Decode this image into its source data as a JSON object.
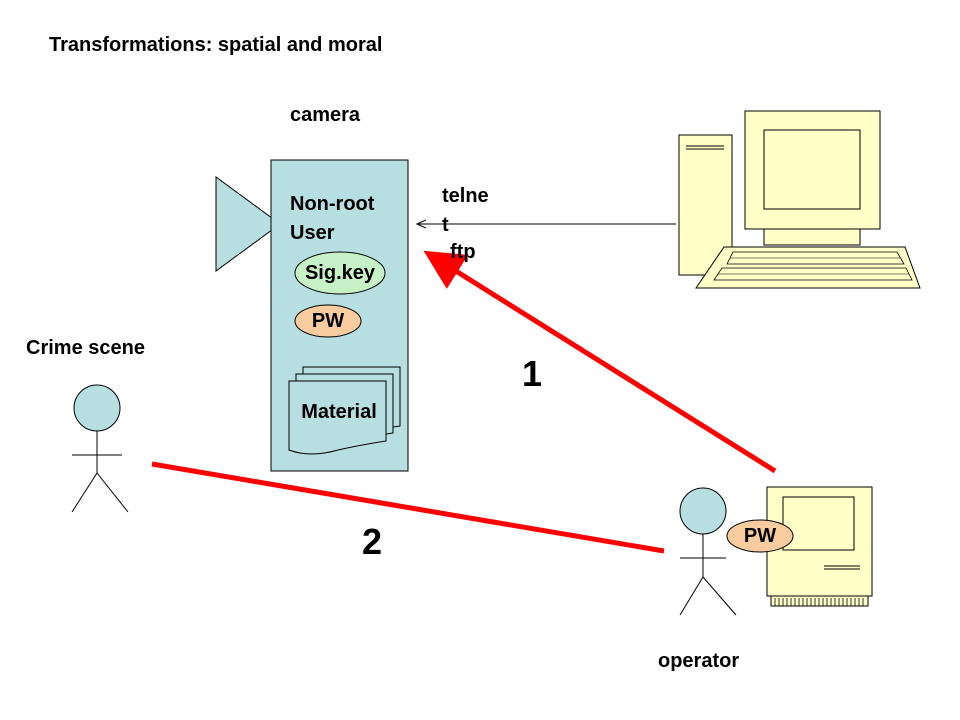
{
  "title": "Transformations: spatial and moral",
  "camera": {
    "label": "camera",
    "user_line1": "Non-root",
    "user_line2": "User",
    "sig_key": "Sig.key",
    "pw": "PW",
    "material": "Material"
  },
  "crime_scene": {
    "label": "Crime scene"
  },
  "operator": {
    "label": "operator",
    "pw": "PW"
  },
  "connections": {
    "telnet_line1": "telne",
    "telnet_line2": "t",
    "ftp": "ftp",
    "arrow_1_label": "1",
    "line_2_label": "2"
  },
  "colors": {
    "camera_box": "#B7DEE0",
    "person": "#B7DEE0",
    "sig_key": "#C7F2C8",
    "pw": "#F8CC9E",
    "computer": "#FFFFC8",
    "red_line": "#FF0000"
  },
  "icons": [
    "camera-lens-icon",
    "desktop-computer-icon",
    "macintosh-computer-icon",
    "person-icon",
    "document-stack-icon"
  ]
}
